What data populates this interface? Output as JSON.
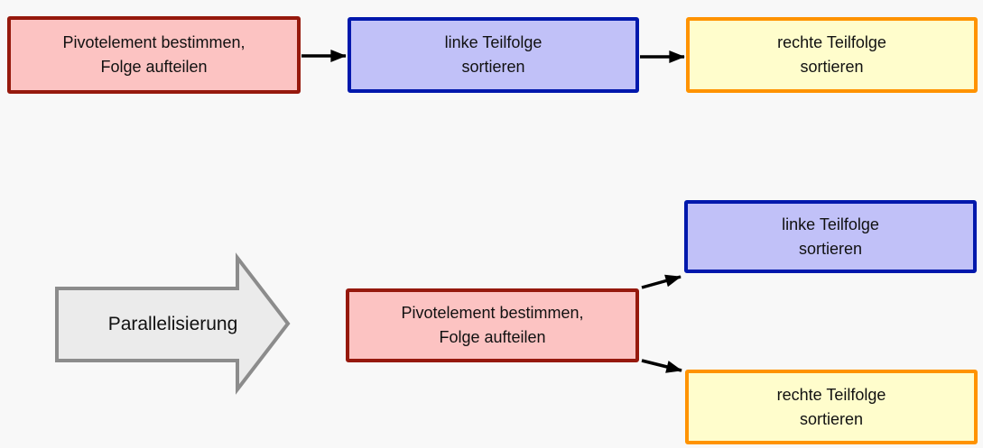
{
  "colors": {
    "background": "#f8f8f8",
    "pivot_fill": "#fcc3c2",
    "pivot_border": "#96190d",
    "left_fill": "#c1c1f8",
    "left_border": "#0018ac",
    "right_fill": "#fffdcc",
    "right_border": "#ff9300",
    "big_arrow_fill": "#ebebeb",
    "big_arrow_border": "#8c8c8c",
    "connector": "#000000"
  },
  "sequential_flow": {
    "pivot_box": {
      "line1": "Pivotelement bestimmen,",
      "line2": "Folge aufteilen"
    },
    "left_box": {
      "line1": "linke Teilfolge",
      "line2": "sortieren"
    },
    "right_box": {
      "line1": "rechte Teilfolge",
      "line2": "sortieren"
    }
  },
  "parallel_flow": {
    "label": "Parallelisierung",
    "pivot_box": {
      "line1": "Pivotelement bestimmen,",
      "line2": "Folge aufteilen"
    },
    "left_box": {
      "line1": "linke Teilfolge",
      "line2": "sortieren"
    },
    "right_box": {
      "line1": "rechte Teilfolge",
      "line2": "sortieren"
    }
  }
}
